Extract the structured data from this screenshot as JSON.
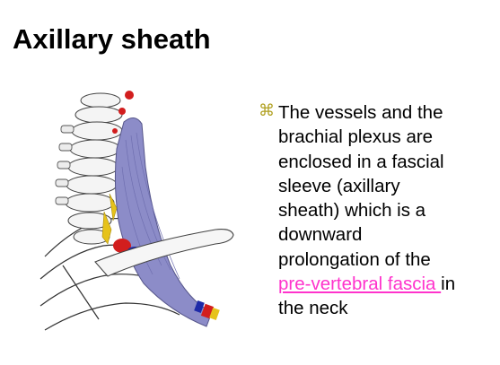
{
  "slide": {
    "title": "Axillary sheath",
    "bullet_icon": "command-key-icon",
    "bullet_lines": [
      "The vessels and the",
      "brachial plexus are",
      "enclosed in a fascial",
      "sleeve (axillary",
      "sheath) which is a",
      "downward",
      "prolongation of the"
    ],
    "link_text": "pre-vertebral fascia ",
    "after_link": "in",
    "last_line": "the neck"
  },
  "colors": {
    "link": "#ff33cc",
    "sheath": "#8c8cc8",
    "artery": "#d21e1e",
    "vein": "#1e2aa8",
    "nerve": "#e6c21a",
    "bullet": "#b0a020"
  }
}
